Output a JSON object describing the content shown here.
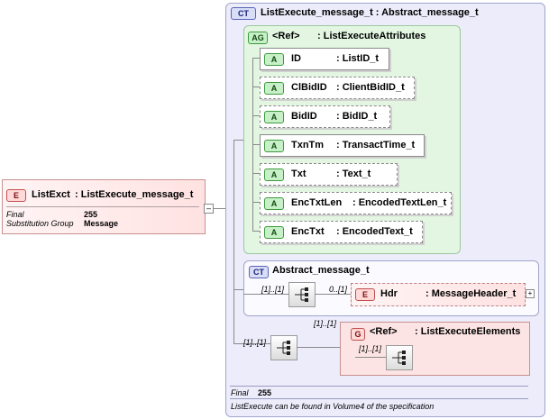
{
  "element": {
    "badge": "E",
    "name": "ListExct",
    "type": ": ListExecute_message_t",
    "props": [
      {
        "key": "Final",
        "value": "255"
      },
      {
        "key": "Substitution Group",
        "value": "Message"
      }
    ],
    "expander": "–"
  },
  "complex_type": {
    "badge": "CT",
    "title": "ListExecute_message_t : Abstract_message_t",
    "attribute_group": {
      "badge": "AG",
      "ref": "<Ref>",
      "type": ": ListExecuteAttributes"
    },
    "attributes": [
      {
        "badge": "A",
        "name": "ID",
        "type": ": ListID_t"
      },
      {
        "badge": "A",
        "name": "ClBidID",
        "type": ": ClientBidID_t"
      },
      {
        "badge": "A",
        "name": "BidID",
        "type": ": BidID_t"
      },
      {
        "badge": "A",
        "name": "TxnTm",
        "type": ": TransactTime_t"
      },
      {
        "badge": "A",
        "name": "Txt",
        "type": ": Text_t"
      },
      {
        "badge": "A",
        "name": "EncTxtLen",
        "type": ": EncodedTextLen_t"
      },
      {
        "badge": "A",
        "name": "EncTxt",
        "type": ": EncodedText_t"
      }
    ],
    "base": {
      "badge": "CT",
      "title": "Abstract_message_t",
      "seq_occurrence": "[1]..[1]",
      "hdr_occurrence": "0..[1]",
      "hdr": {
        "badge": "E",
        "name": "Hdr",
        "type": ": MessageHeader_t",
        "expander": "+"
      }
    },
    "seq_occurrence": "[1]..[1]",
    "group": {
      "occurrence": "[1]..[1]",
      "badge": "G",
      "ref": "<Ref>",
      "type": ": ListExecuteElements",
      "inner_occurrence": "[1]..[1]"
    },
    "footer": {
      "final_key": "Final",
      "final_value": "255",
      "note": "ListExecute can be found in Volume4 of the specification"
    }
  }
}
